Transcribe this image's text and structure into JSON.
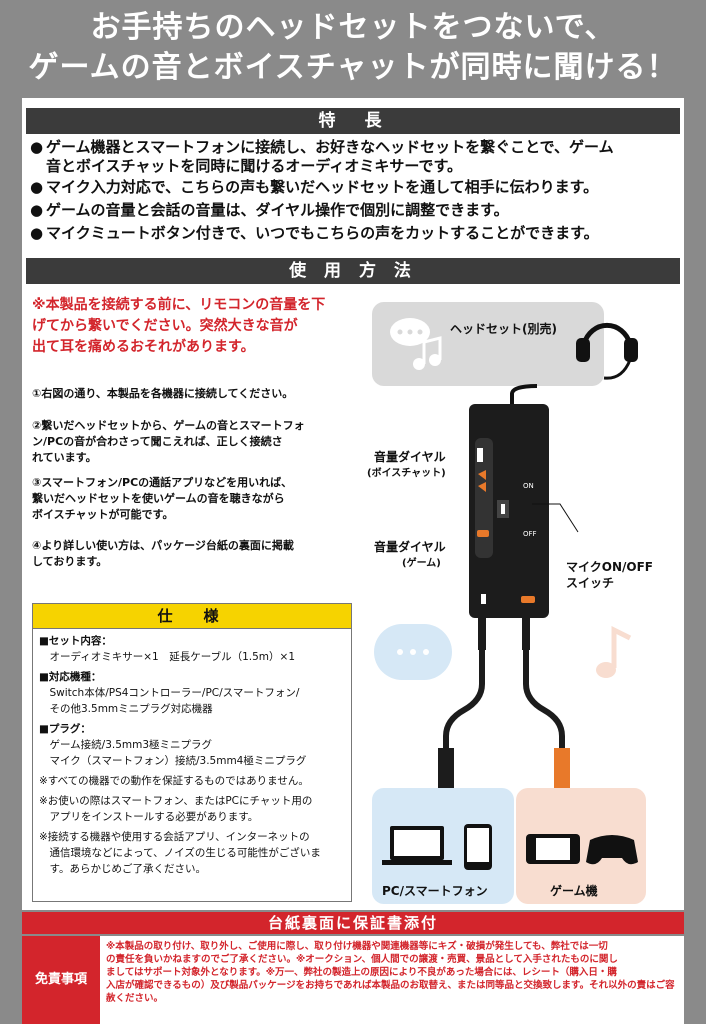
{
  "headline": {
    "line1": "お手持ちのヘッドセットをつないで、",
    "line2": "ゲームの音とボイスチャットが同時に聞ける！"
  },
  "features": {
    "title": "特　長",
    "items": [
      "ゲーム機器とスマートフォンに接続し、お好きなヘッドセットを繋ぐことで、ゲーム",
      "音とボイスチャットを同時に聞けるオーディオミキサーです。",
      "マイク入力対応で、こちらの声も繋いだヘッドセットを通して相手に伝わります。",
      "ゲームの音量と会話の音量は、ダイヤル操作で個別に調整できます。",
      "マイクミュートボタン付きで、いつでもこちらの声をカットすることができます。"
    ]
  },
  "usage": {
    "title": "使 用 方 法",
    "warning": [
      "※本製品を接続する前に、リモコンの音量を下",
      "げてから繋いでください。突然大きな音が",
      "出て耳を痛めるおそれがあります。"
    ],
    "steps": [
      [
        "①右図の通り、本製品を各機器に接続してください。"
      ],
      [
        "②繋いだヘッドセットから、ゲームの音とスマートフォ",
        "ン/PCの音が合わさって聞こえれば、正しく接続さ",
        "れています。"
      ],
      [
        "③スマートフォン/PCの通話アプリなどを用いれば、",
        "繋いだヘッドセットを使いゲームの音を聴きながら",
        "ボイスチャットが可能です。"
      ],
      [
        "④より詳しい使い方は、パッケージ台紙の裏面に掲載",
        "しております。"
      ]
    ]
  },
  "diagram": {
    "headset_label": "ヘッドセット(別売)",
    "dial_voice": "音量ダイヤル",
    "dial_voice_sub": "(ボイスチャット)",
    "dial_game": "音量ダイヤル",
    "dial_game_sub": "(ゲーム)",
    "mic_switch_1": "マイクON/OFF",
    "mic_switch_2": "スイッチ",
    "switch_on": "ON",
    "switch_off": "OFF",
    "pc_label": "PC/スマートフォン",
    "game_label": "ゲーム機",
    "colors": {
      "blue_bubble": "#d6e8f6",
      "pink_bubble": "#f8ddd0",
      "gray_bubble": "#d9d9d9",
      "orange": "#e8792a"
    }
  },
  "spec": {
    "title": "仕　様",
    "lines": [
      {
        "t": "■セット内容：",
        "h": true
      },
      {
        "t": "　オーディオミキサー×1　延長ケーブル（1.5m）×1",
        "h": false
      },
      {
        "t": "■対応機種：",
        "h": true
      },
      {
        "t": "　Switch本体/PS4コントローラー/PC/スマートフォン/",
        "h": false
      },
      {
        "t": "　その他3.5mmミニプラグ対応機器",
        "h": false
      },
      {
        "t": "■プラグ：",
        "h": true
      },
      {
        "t": "　ゲーム接続/3.5mm3極ミニプラグ",
        "h": false
      },
      {
        "t": "　マイク（スマートフォン）接続/3.5mm4極ミニプラグ",
        "h": false
      },
      {
        "t": "※すべての機器での動作を保証するものではありません。",
        "h": false
      },
      {
        "t": "※お使いの際はスマートフォン、またはPCにチャット用の",
        "h": false
      },
      {
        "t": "　アプリをインストールする必要があります。",
        "h": false
      },
      {
        "t": "※接続する機器や使用する会話アプリ、インターネットの",
        "h": false
      },
      {
        "t": "　通信環境などによって、ノイズの生じる可能性がございま",
        "h": false
      },
      {
        "t": "　す。あらかじめご了承ください。",
        "h": false
      }
    ]
  },
  "warranty_bar": "台紙裏面に保証書添付",
  "disclaimer": {
    "label": "免責事項",
    "lines": [
      "※本製品の取り付け、取り外し、ご使用に際し、取り付け機器や関連機器等にキズ・破損が発生しても、弊社では一切",
      "の責任を負いかねますのでご了承ください。※オークション、個人間での譲渡・売買、景品として入手されたものに関し",
      "ましてはサポート対象外となります。※万一、弊社の製造上の原因により不良があった場合には、レシート（購入日・購",
      "入店が確認できるもの）及び製品パッケージをお持ちであれば本製品のお取替え、または同等品と交換致します。それ以外の責はご容赦ください。"
    ]
  }
}
